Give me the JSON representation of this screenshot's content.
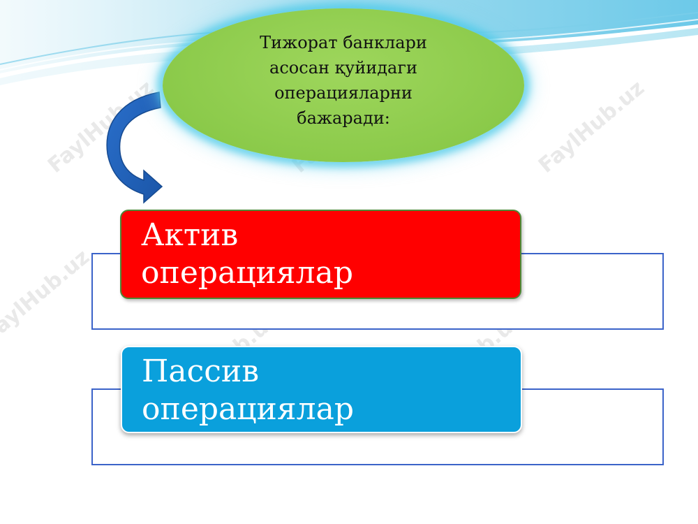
{
  "top_ellipse": {
    "lines": [
      "Тижорат банклари",
      "асосан қуйидаги",
      "операцияларни",
      "бажаради:"
    ]
  },
  "boxes": [
    {
      "lines": [
        "Актив",
        "операциялар"
      ],
      "fill_color": "#ff0000"
    },
    {
      "lines": [
        "Пассив",
        "операциялар"
      ],
      "fill_color": "#0aa0dc"
    }
  ],
  "watermark": "FaylHub.uz",
  "colors": {
    "ellipse": "#8bca4a",
    "ellipse_glow": "#46c8e6",
    "frame_border": "#3b63c9",
    "arrow": "#1f5fb4"
  },
  "icons": {
    "arrow": "curved-arrow-icon"
  }
}
